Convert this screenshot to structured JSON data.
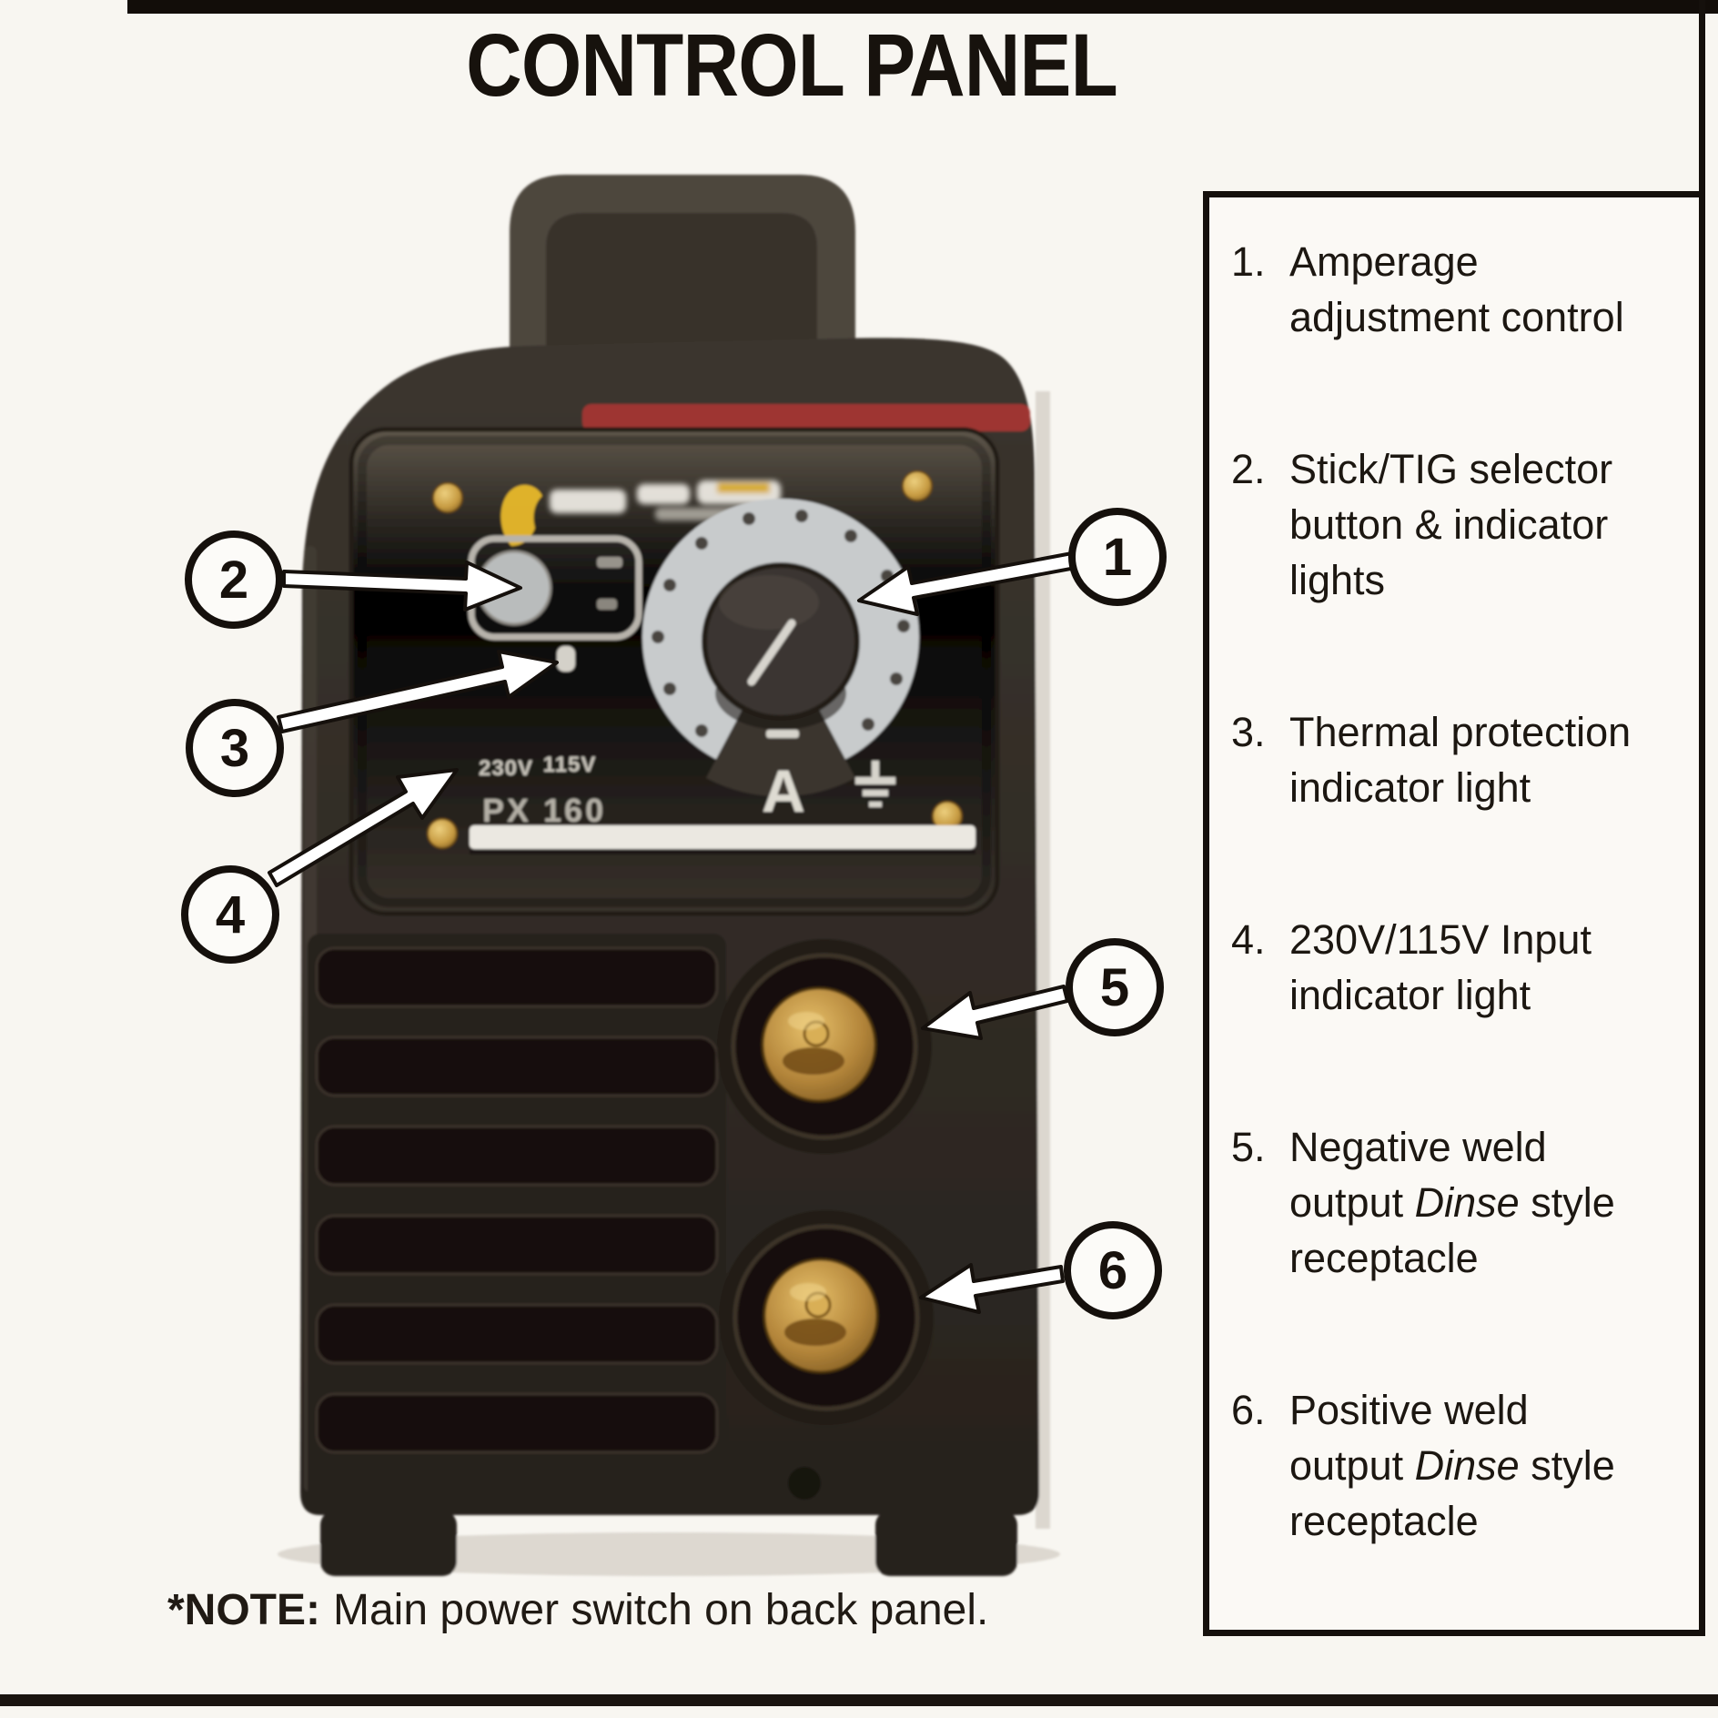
{
  "page": {
    "title": "CONTROL PANEL"
  },
  "legend": {
    "items": [
      {
        "number": "1.",
        "lines": [
          [
            {
              "text": "Amperage"
            }
          ],
          [
            {
              "text": "adjustment control"
            }
          ]
        ]
      },
      {
        "number": "2.",
        "lines": [
          [
            {
              "text": "Stick/TIG selector"
            }
          ],
          [
            {
              "text": "button & indicator"
            }
          ],
          [
            {
              "text": "lights"
            }
          ]
        ]
      },
      {
        "number": "3.",
        "lines": [
          [
            {
              "text": "Thermal protection"
            }
          ],
          [
            {
              "text": "indicator light"
            }
          ]
        ]
      },
      {
        "number": "4.",
        "lines": [
          [
            {
              "text": "230V/115V Input"
            }
          ],
          [
            {
              "text": "indicator light"
            }
          ]
        ]
      },
      {
        "number": "5.",
        "lines": [
          [
            {
              "text": "Negative weld"
            }
          ],
          [
            {
              "text": "output "
            },
            {
              "text": "Dinse",
              "italic": true
            },
            {
              "text": " style"
            }
          ],
          [
            {
              "text": "receptacle"
            }
          ]
        ]
      },
      {
        "number": "6.",
        "lines": [
          [
            {
              "text": "Positive weld"
            }
          ],
          [
            {
              "text": "output "
            },
            {
              "text": "Dinse",
              "italic": true
            },
            {
              "text": " style"
            }
          ],
          [
            {
              "text": "receptacle"
            }
          ]
        ]
      }
    ]
  },
  "callouts": {
    "c1": "1",
    "c2": "2",
    "c3": "3",
    "c4": "4",
    "c5": "5",
    "c6": "6"
  },
  "machine": {
    "amp_label": "A",
    "input_voltage_left": "230V",
    "input_voltage_right": "115V",
    "model": "PX 160"
  },
  "note": {
    "label": "*NOTE:",
    "text": "Main power switch on back panel."
  },
  "colors": {
    "paper": "#f8f6f1",
    "ink": "#17120d",
    "machine_body": "#322c26",
    "dial_gray": "#c8cbcc",
    "brass": "#c79b42",
    "stripe_red": "#9e3431"
  }
}
